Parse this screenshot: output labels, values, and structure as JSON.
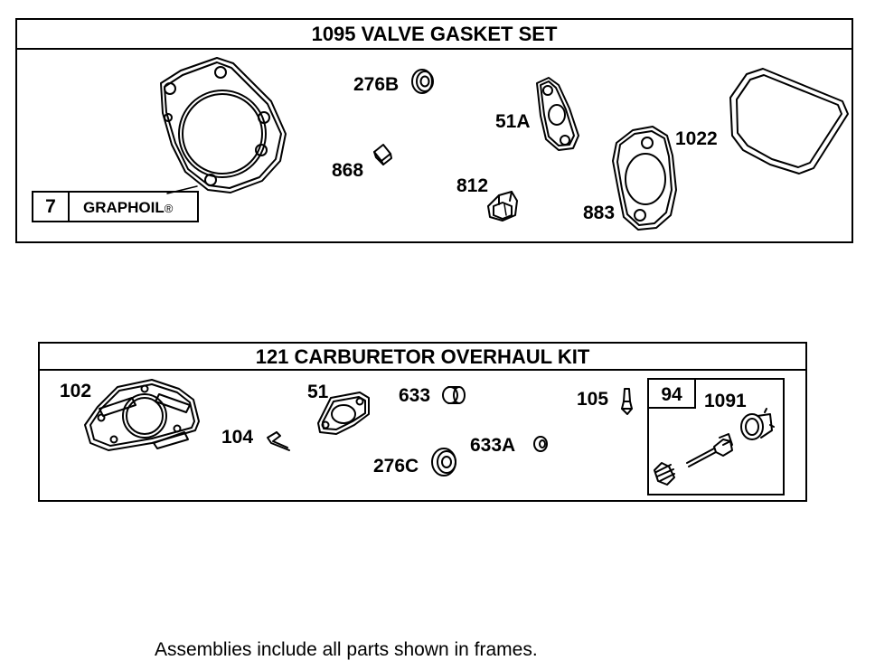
{
  "valve_gasket_set": {
    "title": "1095 VALVE GASKET SET",
    "callouts": {
      "p276B": "276B",
      "p51A": "51A",
      "p868": "868",
      "p812": "812",
      "p1022": "1022",
      "p883": "883"
    },
    "graphoil": {
      "ref": "7",
      "name": "GRAPHOIL",
      "mark": "®"
    }
  },
  "carburetor_kit": {
    "title": "121 CARBURETOR OVERHAUL KIT",
    "callouts": {
      "p102": "102",
      "p51": "51",
      "p633": "633",
      "p105": "105",
      "p104": "104",
      "p633A": "633A",
      "p276C": "276C"
    },
    "sub_assembly": {
      "ref": "94",
      "part": "1091"
    }
  },
  "footer": "Assemblies include all parts shown in frames."
}
